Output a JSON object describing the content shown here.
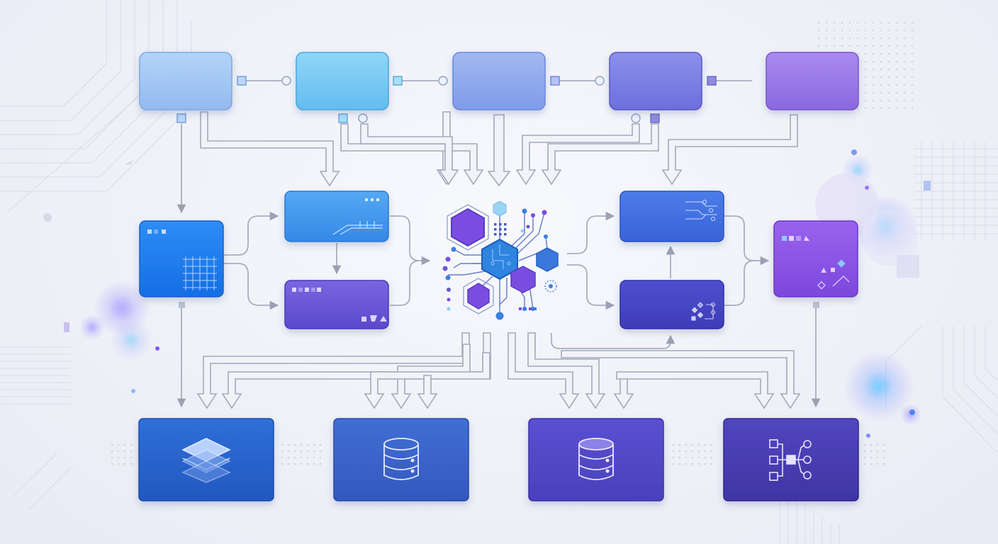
{
  "diagram": {
    "labels": [],
    "top_row": [
      {
        "id": "source-1",
        "color": "#a5c8f4"
      },
      {
        "id": "source-2",
        "color": "#7ccaf4"
      },
      {
        "id": "source-3",
        "color": "#8fa8ee"
      },
      {
        "id": "source-4",
        "color": "#7c80e4"
      },
      {
        "id": "source-5",
        "color": "#9a7ae6"
      }
    ],
    "middle_left": [
      {
        "id": "ingest-block",
        "color": "#1f7cf0",
        "icon": "grid-icon"
      },
      {
        "id": "process-block-a",
        "color": "#3d95ee",
        "icon": "circuit-icon"
      },
      {
        "id": "process-block-b",
        "color": "#6a58d6",
        "icon": "shapes-icon"
      }
    ],
    "center_hub": {
      "id": "central-hub",
      "icon": "hexagon-network-icon",
      "colors": [
        "#3a7ee0",
        "#7a4fe0",
        "#8ed0f4"
      ]
    },
    "middle_right": [
      {
        "id": "analysis-block-a",
        "color": "#3c6ce0",
        "icon": "circuit-icon"
      },
      {
        "id": "analysis-block-b",
        "color": "#4a46c4",
        "icon": "nodes-icon"
      },
      {
        "id": "output-block",
        "color": "#8a55e4",
        "icon": "diagram-icon"
      }
    ],
    "bottom_row": [
      {
        "id": "layers-store",
        "color": "#2a64cc",
        "icon": "layers-icon"
      },
      {
        "id": "database-1",
        "color": "#3b62c9",
        "icon": "database-icon"
      },
      {
        "id": "database-2",
        "color": "#5449c8",
        "icon": "database-icon"
      },
      {
        "id": "network-store",
        "color": "#4a3eb0",
        "icon": "network-icon"
      }
    ],
    "connector_color": "#a8adbd",
    "arrow_outline_color": "#9aa0b2"
  }
}
